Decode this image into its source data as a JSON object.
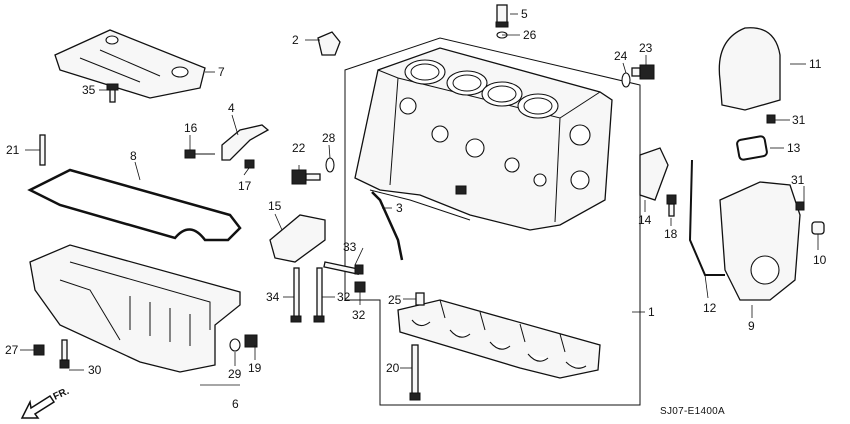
{
  "diagram_code": "SJ07-E1400A",
  "direction_label": "FR.",
  "callouts": [
    {
      "id": "c1",
      "label": "1"
    },
    {
      "id": "c2",
      "label": "2"
    },
    {
      "id": "c3",
      "label": "3"
    },
    {
      "id": "c4",
      "label": "4"
    },
    {
      "id": "c5",
      "label": "5"
    },
    {
      "id": "c6",
      "label": "6"
    },
    {
      "id": "c7",
      "label": "7"
    },
    {
      "id": "c8",
      "label": "8"
    },
    {
      "id": "c9",
      "label": "9"
    },
    {
      "id": "c10",
      "label": "10"
    },
    {
      "id": "c11",
      "label": "11"
    },
    {
      "id": "c12",
      "label": "12"
    },
    {
      "id": "c13",
      "label": "13"
    },
    {
      "id": "c14",
      "label": "14"
    },
    {
      "id": "c15",
      "label": "15"
    },
    {
      "id": "c16",
      "label": "16"
    },
    {
      "id": "c17",
      "label": "17"
    },
    {
      "id": "c18",
      "label": "18"
    },
    {
      "id": "c19",
      "label": "19"
    },
    {
      "id": "c20",
      "label": "20"
    },
    {
      "id": "c21",
      "label": "21"
    },
    {
      "id": "c22",
      "label": "22"
    },
    {
      "id": "c23",
      "label": "23"
    },
    {
      "id": "c24",
      "label": "24"
    },
    {
      "id": "c25",
      "label": "25"
    },
    {
      "id": "c26",
      "label": "26"
    },
    {
      "id": "c27",
      "label": "27"
    },
    {
      "id": "c28",
      "label": "28"
    },
    {
      "id": "c29",
      "label": "29"
    },
    {
      "id": "c30",
      "label": "30"
    },
    {
      "id": "c31a",
      "label": "31"
    },
    {
      "id": "c31b",
      "label": "31"
    },
    {
      "id": "c32a",
      "label": "32"
    },
    {
      "id": "c32b",
      "label": "32"
    },
    {
      "id": "c33",
      "label": "33"
    },
    {
      "id": "c34",
      "label": "34"
    },
    {
      "id": "c35",
      "label": "35"
    }
  ]
}
